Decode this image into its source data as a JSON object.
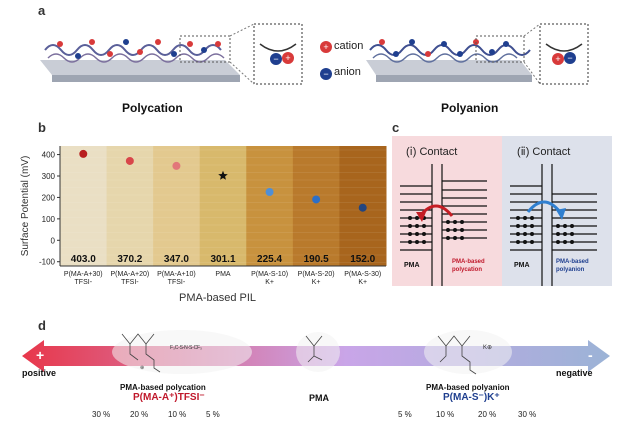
{
  "panel_a": {
    "letter": "a",
    "legend_cation": "cation",
    "legend_anion": "anion",
    "caption_left": "Polycation",
    "caption_right": "Polyanion",
    "colors": {
      "cation": "#d83a3a",
      "anion": "#1f3f8f"
    }
  },
  "panel_b": {
    "letter": "b",
    "ylabel": "Surface Potential (mV)",
    "xlabel": "PMA-based PIL"
  },
  "panel_c": {
    "letter": "c",
    "contact_i": "(ⅰ) Contact",
    "contact_ii": "(ⅱ) Contact",
    "pma_left": "PMA",
    "pma_right": "PMA",
    "polycation_label": "PMA-based polycation",
    "polyanion_label": "PMA-based polyanion"
  },
  "panel_d": {
    "letter": "d",
    "positive": "positive",
    "negative": "negative",
    "plus": "+",
    "minus": "-",
    "polycation_caption": "PMA-based polycation",
    "polycation_formula": "P(MA-A⁺)TFSI⁻",
    "pma_caption": "PMA",
    "polyanion_caption": "PMA-based polyanion",
    "polyanion_formula": "P(MA-S⁻)K⁺",
    "left_percents": [
      "30 %",
      "20 %",
      "10 %",
      "5 %"
    ],
    "right_percents": [
      "5 %",
      "10 %",
      "20 %",
      "30 %"
    ],
    "tfsi_text": "F₃C-S-N-S-CF₃",
    "potassium": "K⊕",
    "charge_n": "⊕",
    "colors": {
      "polycation": "#c0182b",
      "polyanion": "#1f3f8f",
      "left": "#e8374a",
      "right": "#9bb3d6",
      "mid": "#c9a5e8"
    }
  },
  "chart_data": {
    "type": "bar",
    "categories": [
      "P(MA-A+30) TFSI-",
      "P(MA-A+20) TFSI-",
      "P(MA-A+10) TFSI-",
      "PMA",
      "P(MA-S-10) K+",
      "P(MA-S-20) K+",
      "P(MA-S-30) K+"
    ],
    "category_lines": [
      [
        "P(MA-A+30)",
        "TFSI-"
      ],
      [
        "P(MA-A+20)",
        "TFSI-"
      ],
      [
        "P(MA-A+10)",
        "TFSI-"
      ],
      [
        "PMA",
        ""
      ],
      [
        "P(MA-S-10)",
        "K+"
      ],
      [
        "P(MA-S-20)",
        "K+"
      ],
      [
        "P(MA-S-30)",
        "K+"
      ]
    ],
    "values": [
      403.0,
      370.2,
      347.0,
      301.1,
      225.4,
      190.5,
      152.0
    ],
    "value_labels": [
      "403.0",
      "370.2",
      "347.0",
      "301.1",
      "225.4",
      "190.5",
      "152.0"
    ],
    "xlabel": "PMA-based PIL",
    "ylabel": "Surface Potential (mV)",
    "ylim": [
      -120,
      440
    ],
    "yticks": [
      -100,
      0,
      100,
      200,
      300,
      400
    ],
    "marker_colors": [
      "#b81f1f",
      "#d8464a",
      "#e2777a",
      "#111111",
      "#4f8fd6",
      "#2d6fc7",
      "#23457f"
    ],
    "bg_colors": [
      "#eadfc4",
      "#e6d6ac",
      "#e3c98f",
      "#d8b96c",
      "#c8923e",
      "#b97a2c",
      "#a8651d"
    ],
    "markers": [
      "circle",
      "circle",
      "circle",
      "star",
      "circle",
      "circle",
      "circle"
    ]
  }
}
